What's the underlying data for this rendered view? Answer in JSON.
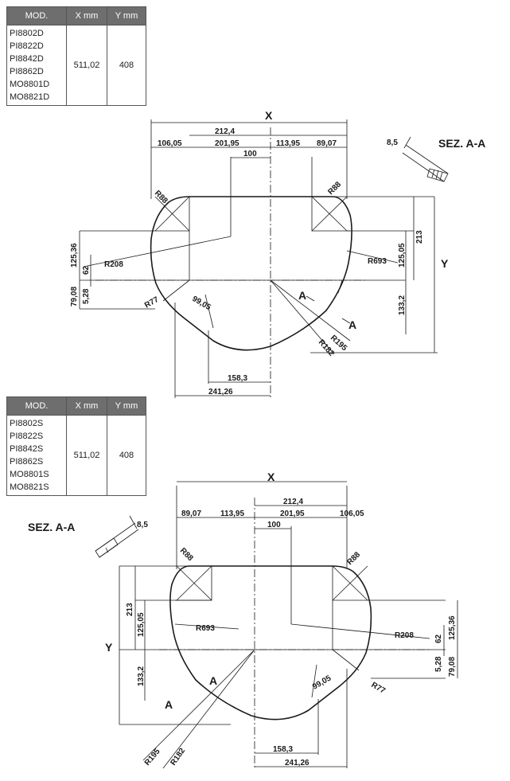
{
  "table_top": {
    "headers": [
      "MOD.",
      "X mm",
      "Y mm"
    ],
    "models": [
      "PI8802D",
      "PI8822D",
      "PI8842D",
      "PI8862D",
      "MO8801D",
      "MO8821D"
    ],
    "x_mm": "511,02",
    "y_mm": "408"
  },
  "table_bottom": {
    "headers": [
      "MOD.",
      "X mm",
      "Y mm"
    ],
    "models": [
      "PI8802S",
      "PI8822S",
      "PI8842S",
      "PI8862S",
      "MO8801S",
      "MO8821S"
    ],
    "x_mm": "511,02",
    "y_mm": "408"
  },
  "drawing_top": {
    "section_title": "SEZ. A-A",
    "section_thickness": "8,5",
    "labels": {
      "x": "X",
      "y": "Y",
      "d212_4": "212,4",
      "d106_05": "106,05",
      "d201_95": "201,95",
      "d113_95": "113,95",
      "d89_07": "89,07",
      "d100": "100",
      "r88_left": "R88",
      "r88_right": "R88",
      "d125_36": "125,36",
      "d62": "62",
      "r208": "R208",
      "d125_05": "125,05",
      "d213": "213",
      "r693": "R693",
      "d79_08": "79,08",
      "d5_28": "5,28",
      "r77": "R77",
      "d99_05": "99,05",
      "a1": "A",
      "a2": "A",
      "d133_2": "133,2",
      "r195": "R195",
      "r182": "R182",
      "d158_3": "158,3",
      "d241_26": "241,26"
    }
  },
  "drawing_bottom": {
    "section_title": "SEZ. A-A",
    "section_thickness": "8,5",
    "labels": {
      "x": "X",
      "y": "Y",
      "d212_4": "212,4",
      "d89_07": "89,07",
      "d113_95": "113,95",
      "d201_95": "201,95",
      "d106_05": "106,05",
      "d100": "100",
      "r88_left": "R88",
      "r88_right": "R88",
      "d213": "213",
      "d125_05": "125,05",
      "r693": "R693",
      "r208": "R208",
      "d62": "62",
      "d125_36": "125,36",
      "d133_2": "133,2",
      "a1": "A",
      "a2": "A",
      "d99_05": "99,05",
      "d5_28": "5,28",
      "d79_08": "79,08",
      "r77": "R77",
      "r195": "R195",
      "r182": "R182",
      "d158_3": "158,3",
      "d241_26": "241,26"
    }
  }
}
